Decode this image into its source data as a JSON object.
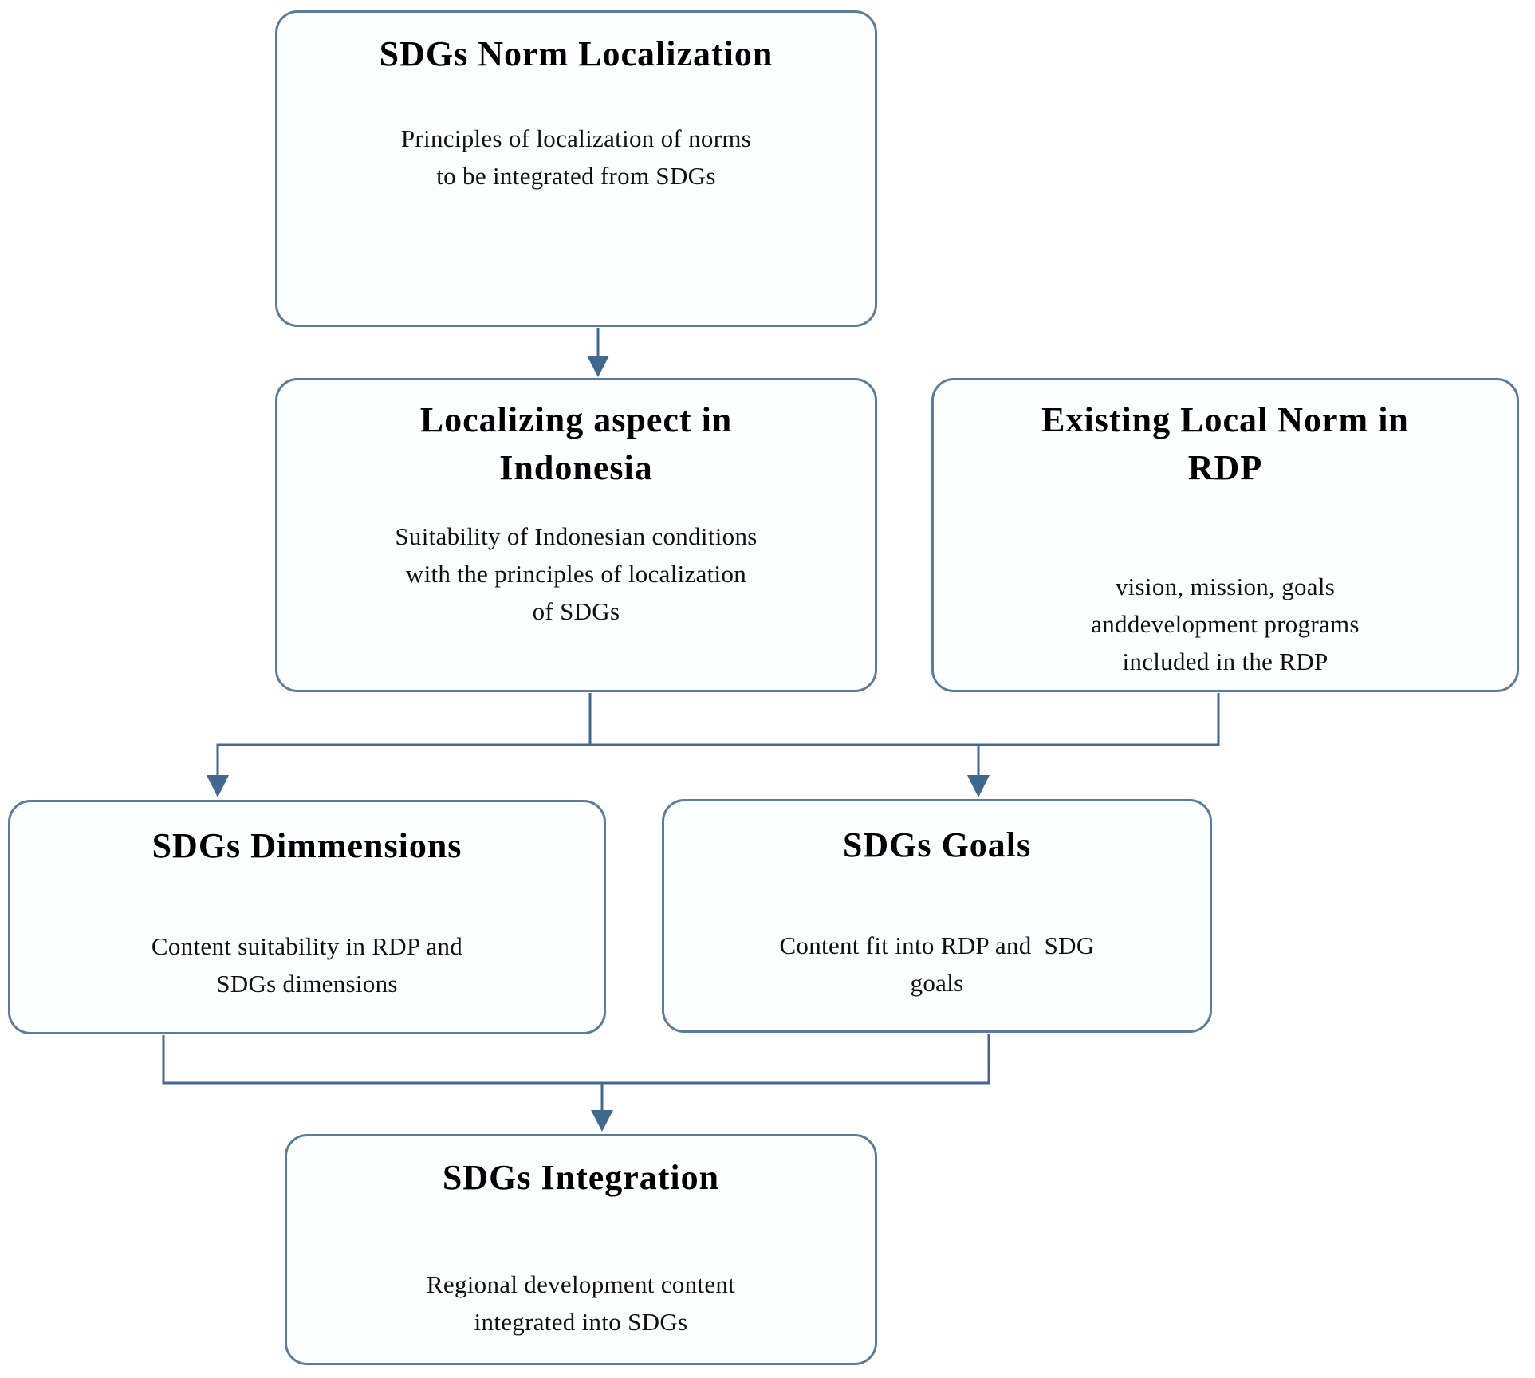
{
  "colors": {
    "border": "#5c7c9e",
    "connector": "#41688f",
    "box_fill": "#fcfeff",
    "title_text": "#000000",
    "desc_text": "#111111",
    "background": "#ffffff"
  },
  "nodes": {
    "norm_localization": {
      "title": "SDGs Norm Localization",
      "title_lines": [
        "SDGs Norm Localization"
      ],
      "description": "Principles of localization of norms to be integrated from SDGs",
      "desc_lines": [
        "Principles of localization of norms",
        "to be integrated from SDGs"
      ]
    },
    "localizing_aspect": {
      "title": "Localizing aspect in Indonesia",
      "title_lines": [
        "Localizing aspect in",
        "Indonesia"
      ],
      "description": "Suitability of Indonesian conditions with the principles of localization of SDGs",
      "desc_lines": [
        "Suitability of Indonesian conditions",
        "with the principles of localization",
        "of SDGs"
      ]
    },
    "existing_local_norm": {
      "title": "Existing Local Norm in RDP",
      "title_lines": [
        "Existing Local Norm in",
        "RDP"
      ],
      "description": "vision, mission, goals anddevelopment programs included in the RDP",
      "desc_lines": [
        "vision, mission, goals",
        "anddevelopment programs",
        "included in the RDP"
      ]
    },
    "sdgs_dimensions": {
      "title": "SDGs Dimmensions",
      "title_lines": [
        "SDGs Dimmensions"
      ],
      "description": "Content suitability in RDP and SDGs dimensions",
      "desc_lines": [
        "Content suitability in RDP and",
        "SDGs dimensions"
      ]
    },
    "sdgs_goals": {
      "title": "SDGs Goals",
      "title_lines": [
        "SDGs Goals"
      ],
      "description": "Content fit into RDP and  SDG goals",
      "desc_lines": [
        "Content fit into RDP and  SDG",
        "goals"
      ]
    },
    "sdgs_integration": {
      "title": "SDGs Integration",
      "title_lines": [
        "SDGs Integration"
      ],
      "description": "Regional development content integrated into SDGs",
      "desc_lines": [
        "Regional development content",
        "integrated into SDGs"
      ]
    }
  },
  "edges": [
    {
      "from": "norm_localization",
      "to": "localizing_aspect"
    },
    {
      "from": "localizing_aspect",
      "to": "sdgs_dimensions"
    },
    {
      "from": "localizing_aspect",
      "to": "sdgs_goals"
    },
    {
      "from": "existing_local_norm",
      "to": "sdgs_dimensions"
    },
    {
      "from": "existing_local_norm",
      "to": "sdgs_goals"
    },
    {
      "from": "sdgs_dimensions",
      "to": "sdgs_integration"
    },
    {
      "from": "sdgs_goals",
      "to": "sdgs_integration"
    }
  ]
}
